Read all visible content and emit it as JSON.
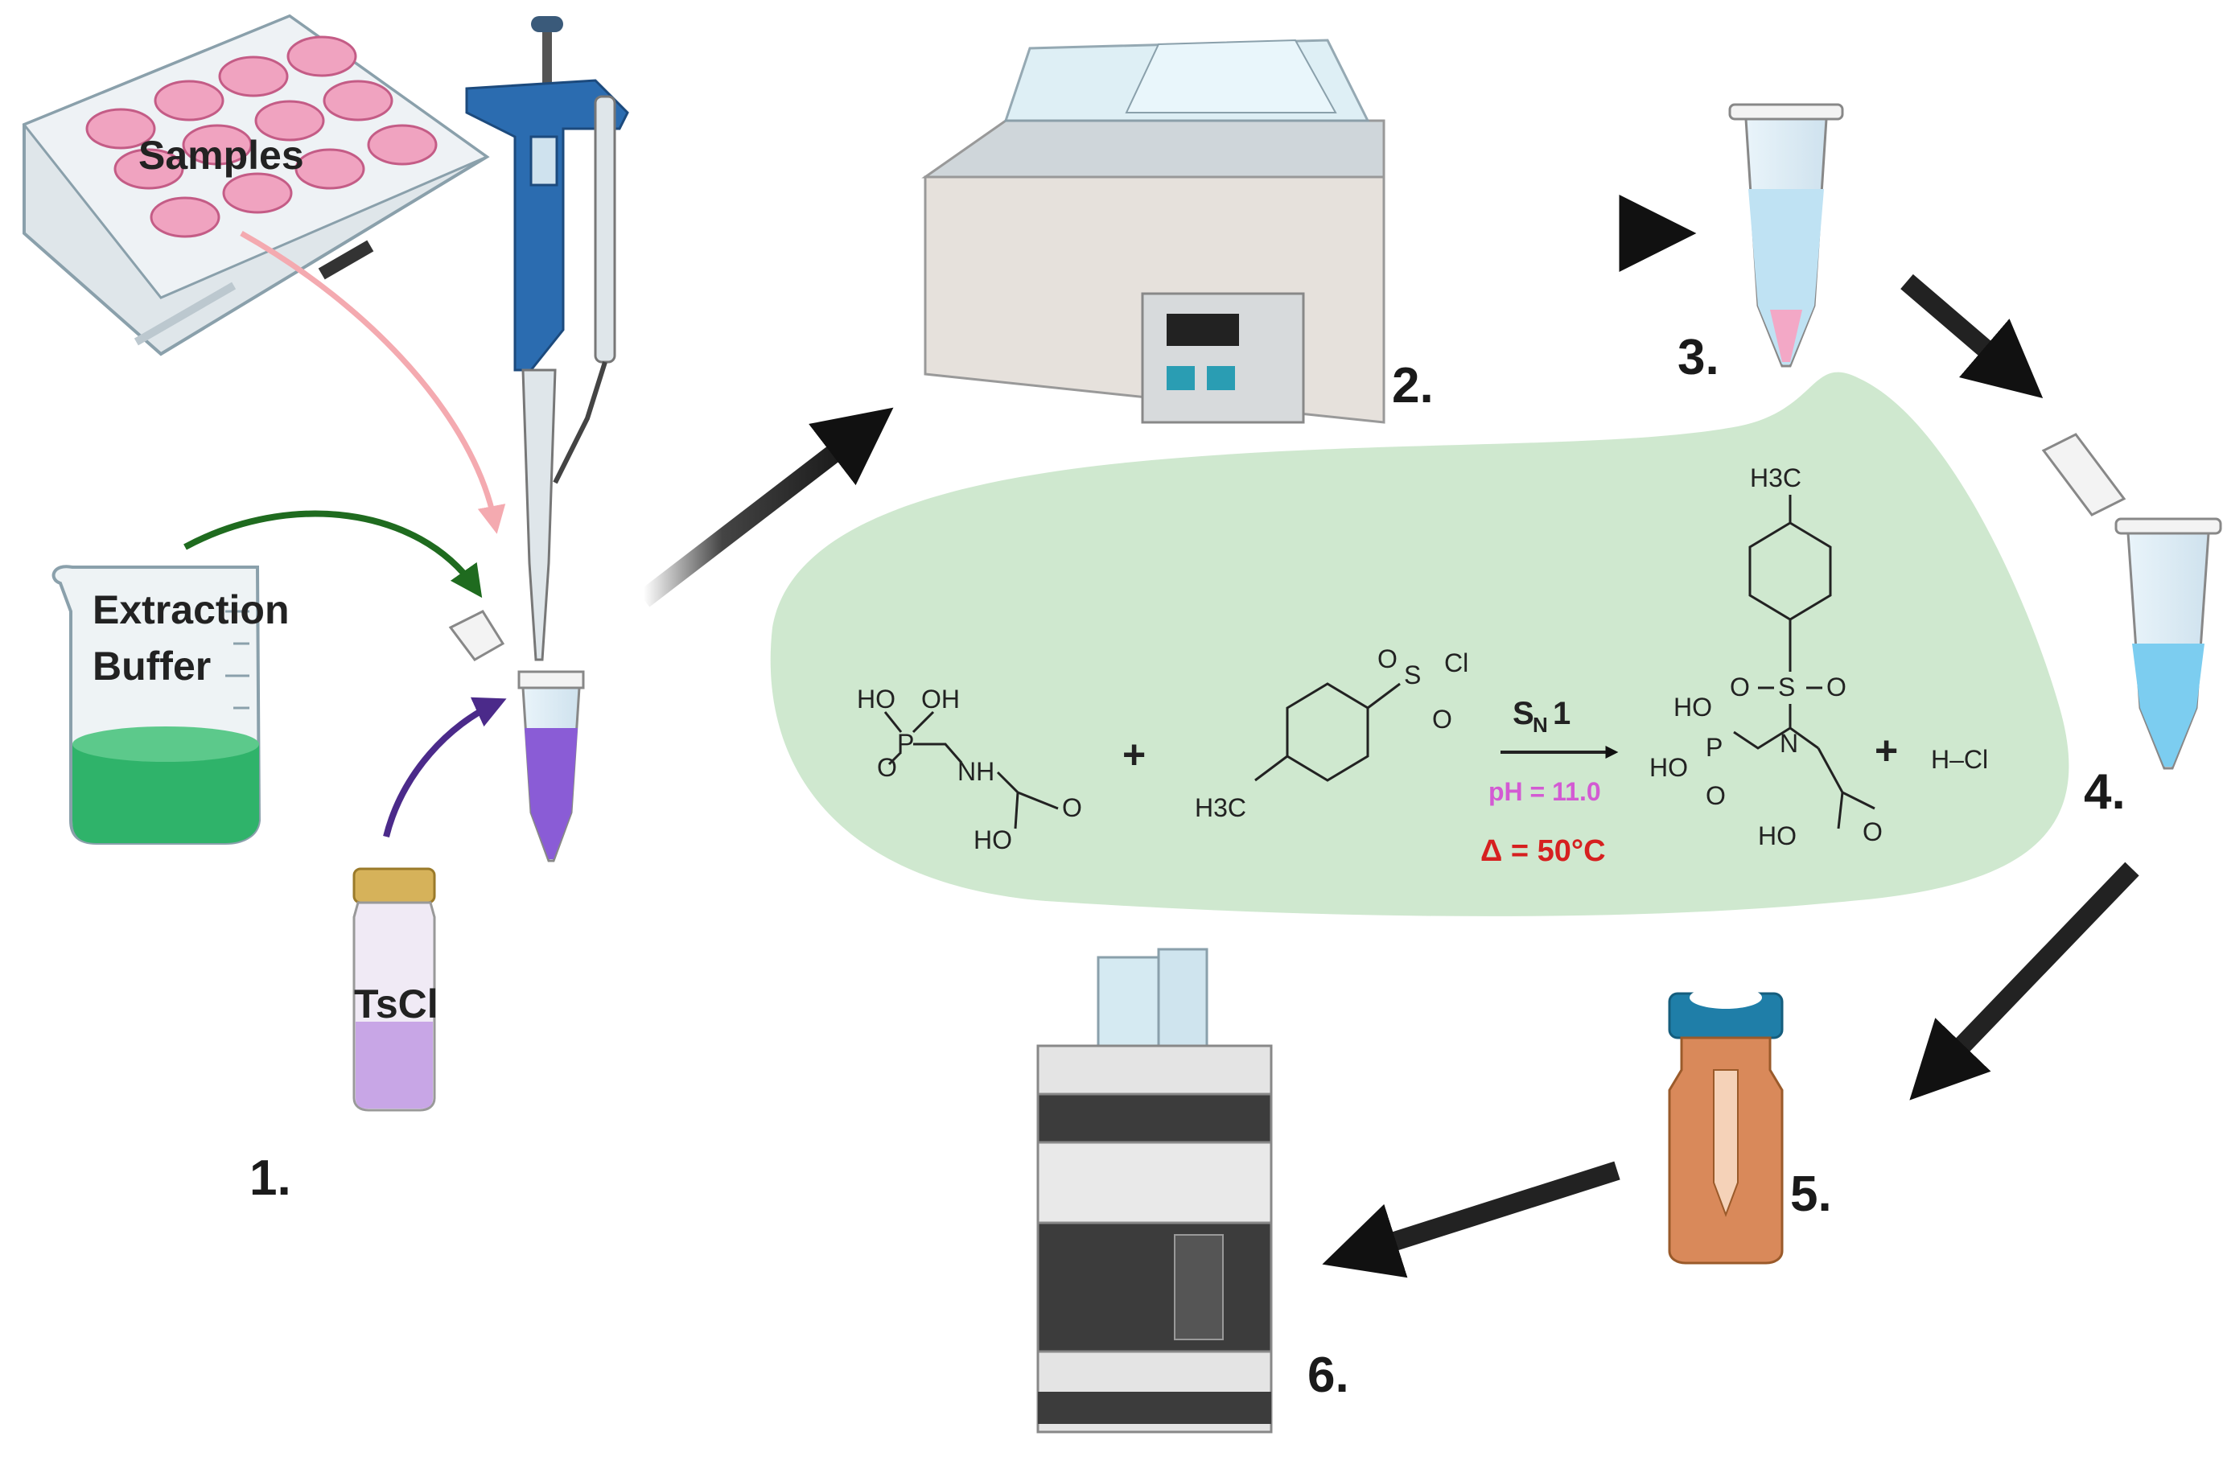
{
  "labels": {
    "samples": "Samples",
    "extraction_line1": "Extraction",
    "extraction_line2": "Buffer",
    "tscl": "TsCl"
  },
  "steps": {
    "s1": "1.",
    "s2": "2.",
    "s3": "3.",
    "s4": "4.",
    "s5": "5.",
    "s6": "6."
  },
  "reaction": {
    "plus": "+",
    "plus2": "+",
    "mechanism_main": "S",
    "mechanism_sub": "N",
    "mechanism_order": "1",
    "ph": "pH = 11.0",
    "temperature": "Δ = 50°C",
    "byproduct": "H–Cl",
    "glyphosate": {
      "ho1": "HO",
      "oh": "OH",
      "p": "P",
      "o": "O",
      "nh": "NH",
      "ho2": "HO",
      "o2": "O"
    },
    "tscl": {
      "s": "S",
      "cl": "Cl",
      "o1": "O",
      "o2": "O",
      "h3c": "H3C"
    },
    "product": {
      "h3c": "H3C",
      "o1": "O",
      "s": "S",
      "o2": "O",
      "n": "N",
      "ho1": "HO",
      "p": "P",
      "ho2": "HO",
      "o3": "O",
      "ho3": "HO",
      "o4": "O"
    }
  },
  "colors": {
    "reaction_bg": "#cfe8cf",
    "samples_wells": "#f0a3c0",
    "buffer": "#2fb36a",
    "tscl_liquid": "#c8a6e6",
    "mix_tube": "#8a5cd6",
    "pipette": "#2b6cb0",
    "vial": "#d9895a",
    "ph_text": "#d35ad3",
    "temp_text": "#d62020",
    "arrow_pink": "#f4aab0",
    "arrow_green": "#1f6b1f",
    "arrow_purple": "#4b2a8a"
  }
}
